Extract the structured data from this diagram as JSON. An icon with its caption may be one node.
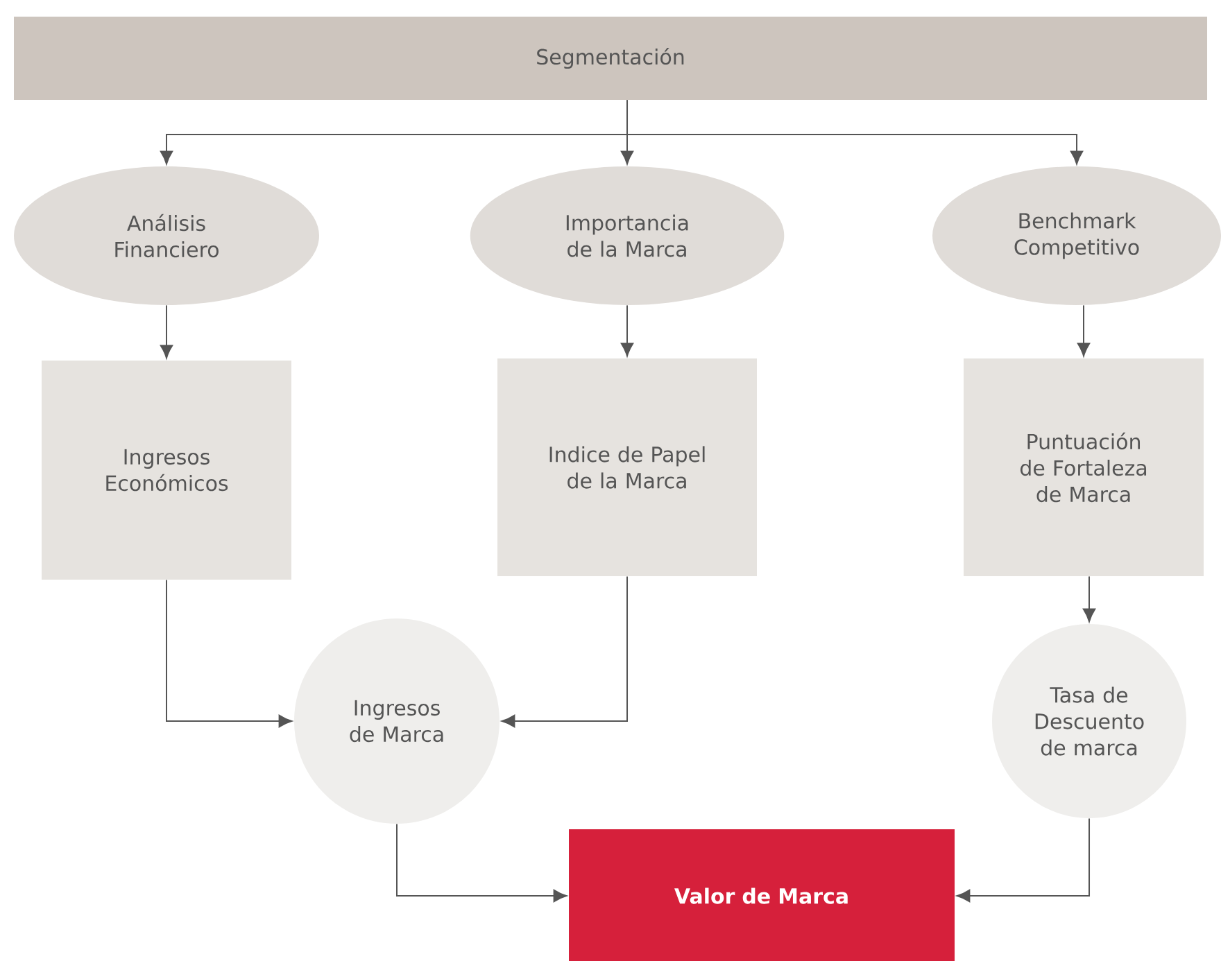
{
  "diagram": {
    "nodes": [
      {
        "text": [
          "Segmentación"
        ]
      },
      {
        "text": [
          "Análisis Financiero"
        ]
      },
      {
        "text": [
          "Importancia de la Marca"
        ]
      },
      {
        "text": [
          "Benchmark Competitivo"
        ]
      },
      {
        "text": [
          "Ingresos Económicos"
        ]
      },
      {
        "text": [
          "Indice de Papel de la Marca"
        ]
      },
      {
        "text": [
          "Puntuación de Fortaleza de Marca"
        ]
      },
      {
        "text": [
          "Ingresos de Marca"
        ]
      },
      {
        "text": [
          "Tasa de Descuento de marca"
        ]
      },
      {
        "text": [
          "Valor de Marca"
        ]
      }
    ],
    "edges": [
      {
        "from": 0,
        "to": 1,
        "arrow": "to"
      },
      {
        "from": 0,
        "to": 2,
        "arrow": "to"
      },
      {
        "from": 0,
        "to": 3,
        "arrow": "to"
      },
      {
        "from": 1,
        "to": 4,
        "arrow": "to"
      },
      {
        "from": 2,
        "to": 5,
        "arrow": "to"
      },
      {
        "from": 3,
        "to": 6,
        "arrow": "to"
      },
      {
        "from": 4,
        "to": 7,
        "arrow": "to"
      },
      {
        "from": 5,
        "to": 7,
        "arrow": "to"
      },
      {
        "from": 6,
        "to": 8,
        "arrow": "to"
      },
      {
        "from": 7,
        "to": 9,
        "arrow": "to"
      },
      {
        "from": 8,
        "to": 9,
        "arrow": "to"
      }
    ]
  }
}
